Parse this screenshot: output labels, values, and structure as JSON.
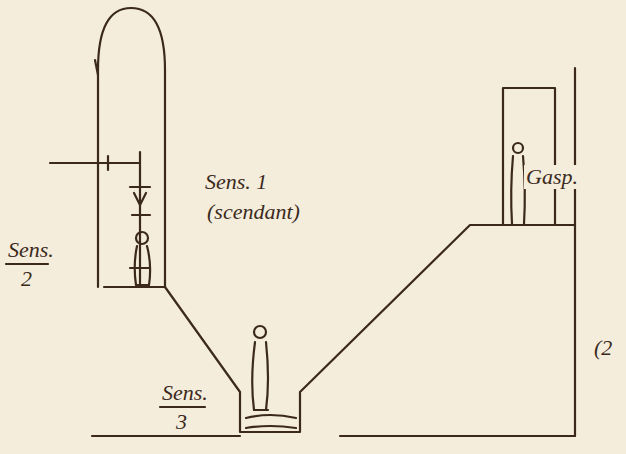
{
  "diagram": {
    "labels": [
      "Sens. 1",
      "(scendant)",
      "Sens.",
      "2",
      "Sens.",
      "3",
      "Gasp.",
      "(2"
    ]
  }
}
